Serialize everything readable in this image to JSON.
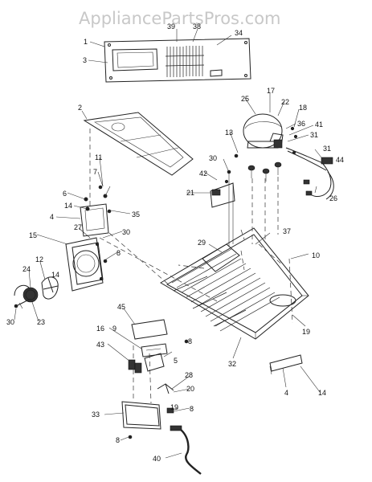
{
  "watermark": "AppliancePartsPros.com",
  "callouts": {
    "c1": "1",
    "c2": "2",
    "c3": "3",
    "c4a": "4",
    "c4b": "4",
    "c5": "5",
    "c6": "6",
    "c7": "7",
    "c8a": "8",
    "c8b": "8",
    "c8c": "8",
    "c8d": "8",
    "c9": "9",
    "c10": "10",
    "c11": "11",
    "c12": "12",
    "c13": "13",
    "c14a": "14",
    "c14b": "14",
    "c15": "15",
    "c16": "16",
    "c17": "17",
    "c18": "18",
    "c19a": "19",
    "c19b": "19",
    "c20": "20",
    "c21": "21",
    "c22": "22",
    "c23": "23",
    "c24": "24",
    "c25": "25",
    "c26": "26",
    "c27": "27",
    "c28": "28",
    "c29": "29",
    "c30a": "30",
    "c30b": "30",
    "c30c": "30",
    "c31a": "31",
    "c31b": "31",
    "c32": "32",
    "c33": "33",
    "c34": "34",
    "c35": "35",
    "c36": "36",
    "c37": "37",
    "c38": "38",
    "c39": "39",
    "c40": "40",
    "c41": "41",
    "c42": "42",
    "c43": "43",
    "c44": "44",
    "c45": "45"
  }
}
